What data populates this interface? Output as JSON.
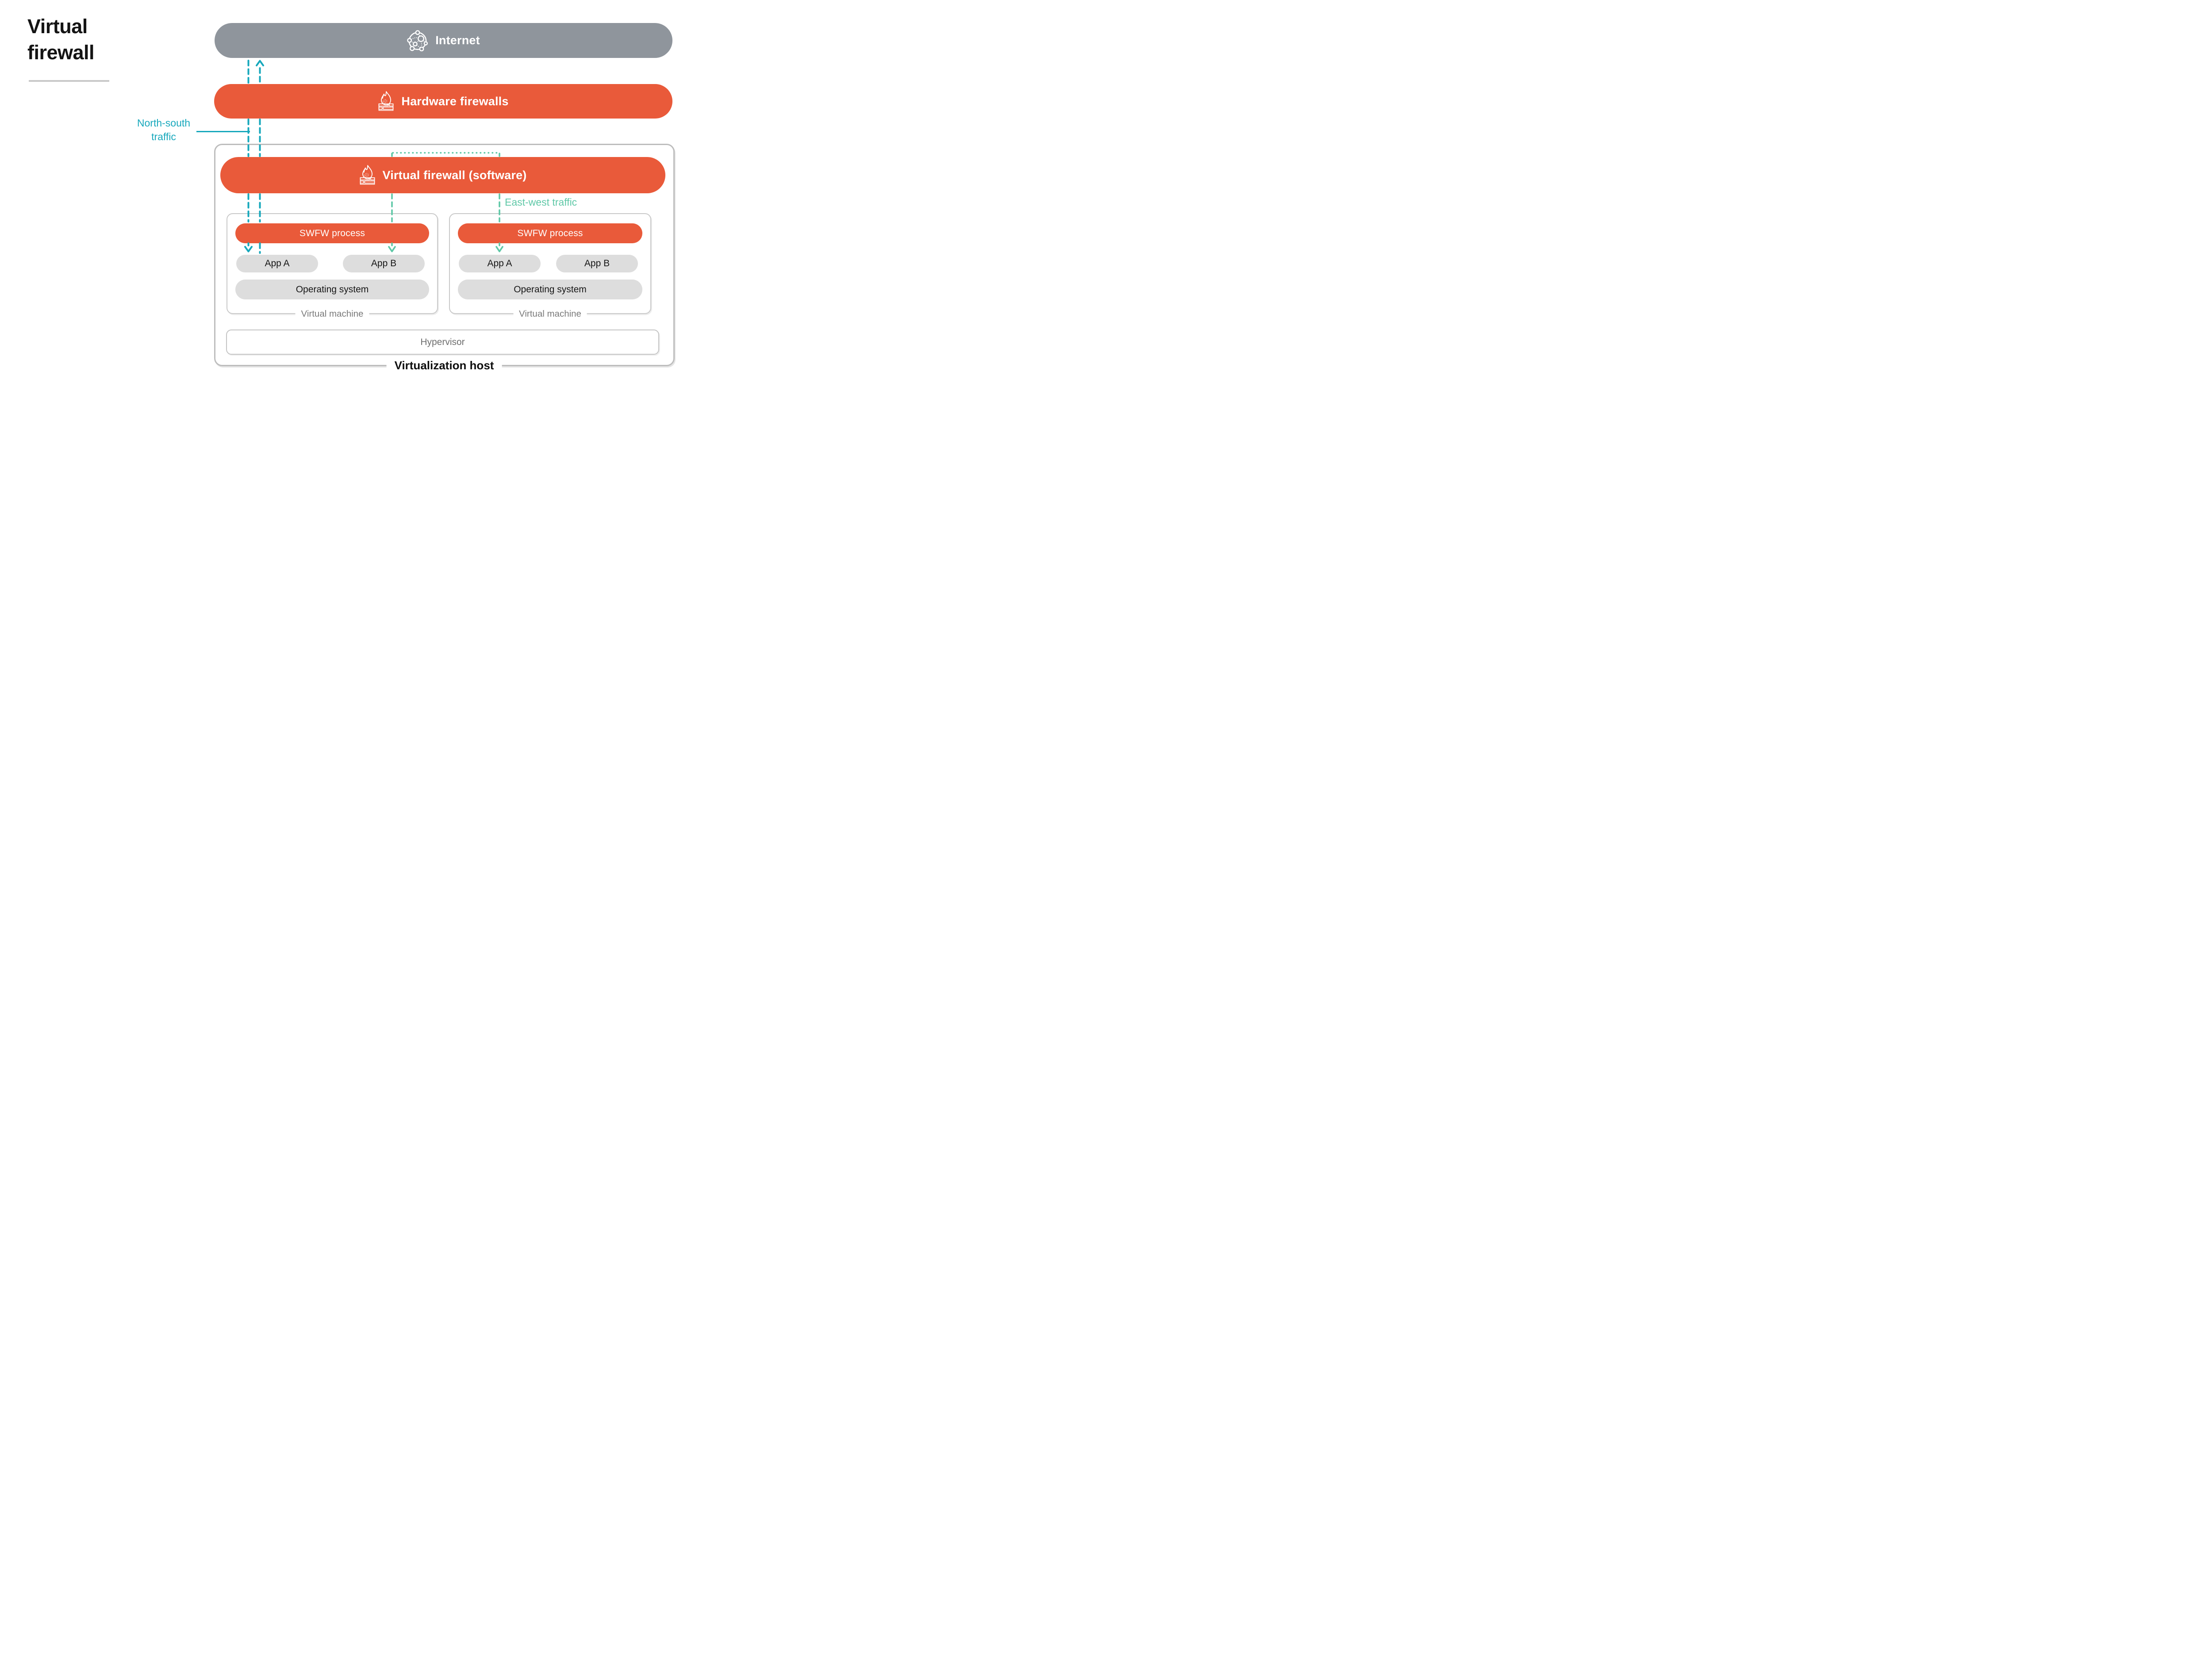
{
  "title": {
    "line1": "Virtual",
    "line2": "firewall"
  },
  "bars": {
    "internet": "Internet",
    "hardware_firewalls": "Hardware firewalls",
    "virtual_firewall": "Virtual firewall (software)"
  },
  "annotations": {
    "north_south_line1": "North-south",
    "north_south_line2": "traffic",
    "east_west": "East-west traffic"
  },
  "vms": [
    {
      "swfw": "SWFW process",
      "app_a": "App A",
      "app_b": "App B",
      "os": "Operating system",
      "caption": "Virtual machine"
    },
    {
      "swfw": "SWFW process",
      "app_a": "App A",
      "app_b": "App B",
      "os": "Operating system",
      "caption": "Virtual machine"
    }
  ],
  "hypervisor": "Hypervisor",
  "host_caption": "Virtualization host",
  "colors": {
    "orange": "#E95A3A",
    "internet_gray": "#8F959C",
    "teal": "#17A8BC",
    "mint": "#5FC8A7",
    "pill_gray": "#DDDDDD",
    "frame_border": "#BDBDBD",
    "vm_border": "#C9C9C9",
    "title_ink": "#141414"
  }
}
